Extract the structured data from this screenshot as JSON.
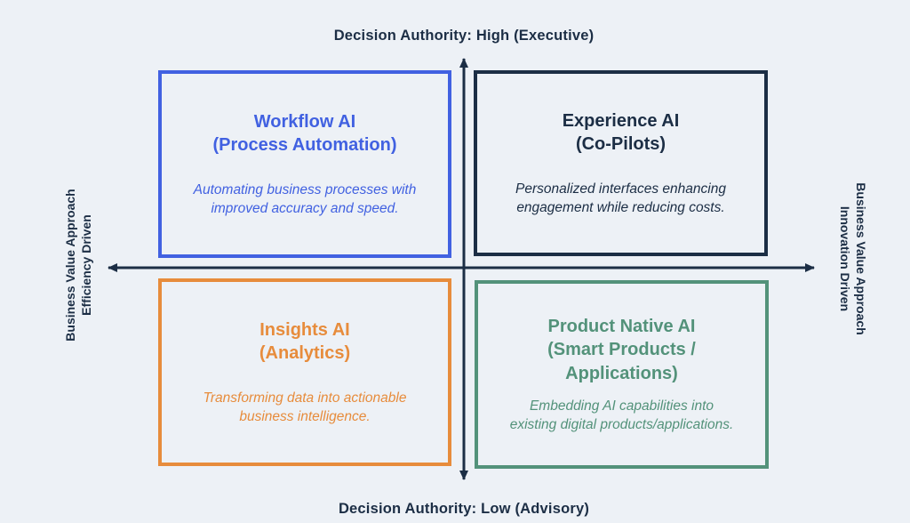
{
  "chart": {
    "background": "#EDF1F6",
    "axes": {
      "axis_color": "#1C2E45",
      "top_label": "Decision Authority: High (Executive)",
      "bottom_label": "Decision Authority: Low (Advisory)",
      "left_label_line1": "Business Value Approach",
      "left_label_line2": "Efficiency Driven",
      "right_label_line1": "Business Value Approach",
      "right_label_line2": "Innovation Driven"
    },
    "quadrants": [
      {
        "id": "workflow-ai",
        "position": "top-left",
        "color": "#4161E1",
        "title_lines": [
          "Workflow AI",
          "(Process Automation)"
        ],
        "description": "Automating business processes with improved accuracy and speed."
      },
      {
        "id": "experience-ai",
        "position": "top-right",
        "color": "#1C2E45",
        "title_lines": [
          "Experience AI",
          "(Co-Pilots)"
        ],
        "description": "Personalized interfaces enhancing engagement while reducing costs."
      },
      {
        "id": "insights-ai",
        "position": "bottom-left",
        "color": "#E78C3C",
        "title_lines": [
          "Insights AI",
          "(Analytics)"
        ],
        "description": "Transforming data into actionable business intelligence."
      },
      {
        "id": "product-native-ai",
        "position": "bottom-right",
        "color": "#53927A",
        "title_lines": [
          "Product Native AI",
          "(Smart Products /",
          "Applications)"
        ],
        "description": "Embedding AI capabilities into existing digital products/applications."
      }
    ]
  }
}
